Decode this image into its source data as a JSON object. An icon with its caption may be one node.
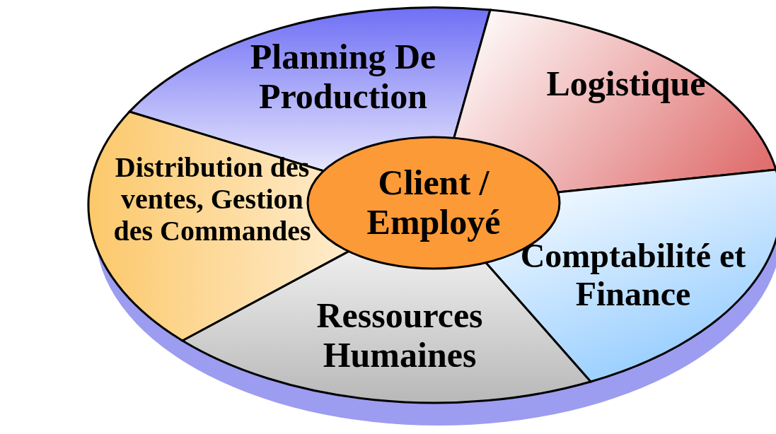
{
  "diagram": {
    "nodes": [
      {
        "text": [
          "Planning De Production"
        ]
      },
      {
        "text": [
          "Logistique"
        ]
      },
      {
        "text": [
          "Distribution des ventes, Gestion des Commandes"
        ]
      },
      {
        "text": [
          "Client / Employé"
        ]
      },
      {
        "text": [
          "Comptabilité et Finance"
        ]
      },
      {
        "text": [
          "Ressources Humaines"
        ]
      }
    ]
  }
}
